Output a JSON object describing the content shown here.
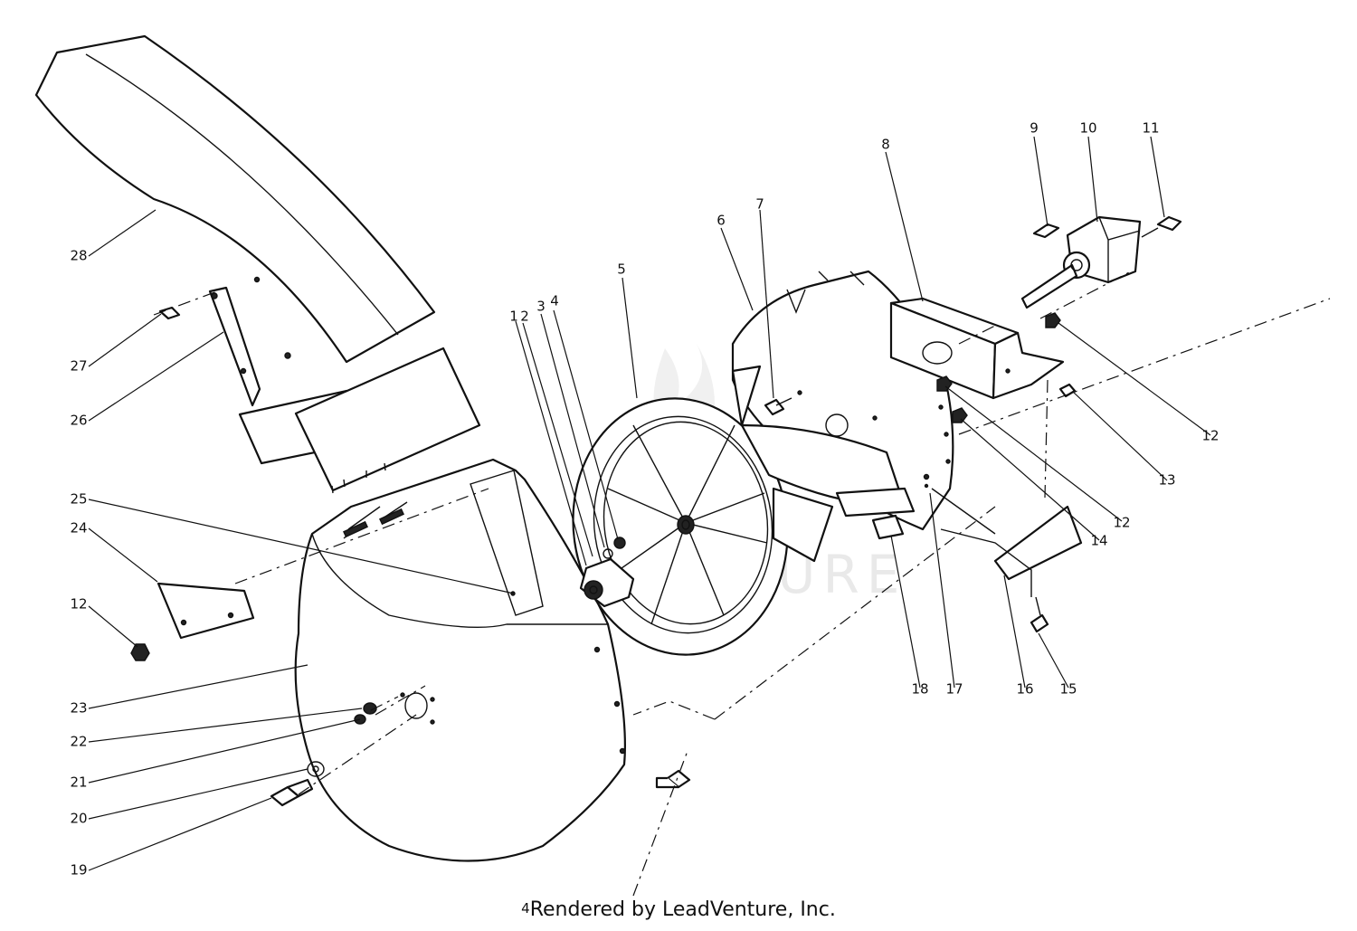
{
  "footer": {
    "mark": "4",
    "text": "Rendered by LeadVenture, Inc."
  },
  "watermark": "LEADVENTURE",
  "callouts": [
    "1",
    "2",
    "3",
    "4",
    "5",
    "6",
    "7",
    "8",
    "9",
    "10",
    "11",
    "12",
    "12",
    "12",
    "13",
    "14",
    "15",
    "16",
    "17",
    "18",
    "19",
    "20",
    "21",
    "22",
    "23",
    "24",
    "25",
    "26",
    "27",
    "28"
  ],
  "colors": {
    "line": "#111111",
    "background": "#ffffff",
    "watermark": "#d8d8d8"
  }
}
